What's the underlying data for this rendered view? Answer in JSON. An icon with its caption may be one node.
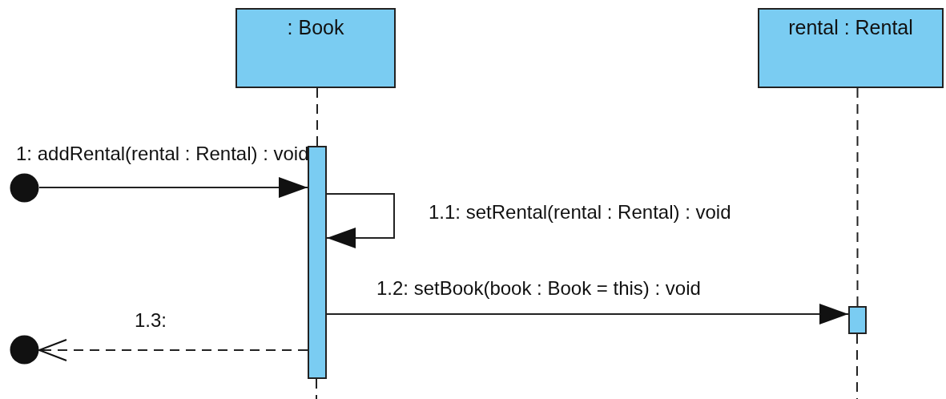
{
  "diagram": {
    "nodes": [
      {
        "text": [
          ": Book"
        ]
      },
      {
        "text": [
          "rental : Rental"
        ]
      },
      {
        "text": [],
        "shape": "bar"
      },
      {
        "text": [],
        "shape": "bar"
      },
      {
        "text": [],
        "shape": "circle"
      },
      {
        "text": [],
        "shape": "circle"
      }
    ],
    "edges": [
      {
        "from": 0,
        "to": 2,
        "arrow": "none",
        "style": "dashed"
      },
      {
        "from": 1,
        "to": 3,
        "arrow": "none",
        "style": "dashed"
      },
      {
        "from": 4,
        "to": 2,
        "arrow": "to",
        "label": "1: addRental(rental : Rental) : void"
      },
      {
        "from": 2,
        "to": 2,
        "arrow": "to",
        "label": "1.1: setRental(rental : Rental) : void"
      },
      {
        "from": 2,
        "to": 3,
        "arrow": "to",
        "label": "1.2: setBook(book : Book = this) : void"
      },
      {
        "from": 2,
        "to": 5,
        "arrow": "to",
        "style": "dashed",
        "label": "1.3:"
      }
    ]
  }
}
